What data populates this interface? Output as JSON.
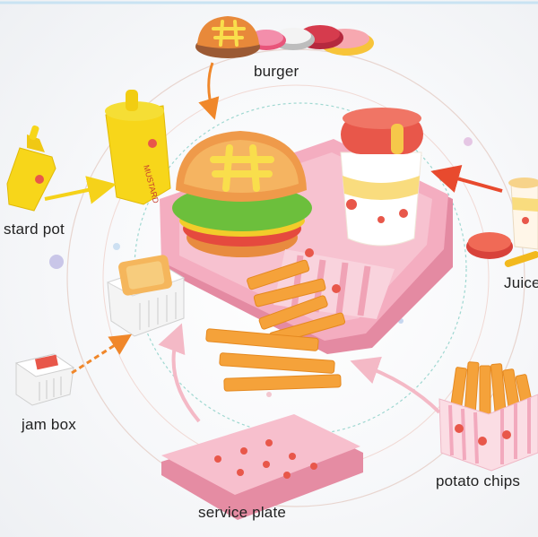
{
  "labels": {
    "burger": "burger",
    "mustard_pot": "stard pot",
    "juice": "Juice",
    "jam_box": "jam box",
    "potato_chips": "potato chips",
    "service_plate": "service plate"
  },
  "product_text": {
    "mustard_bottle": "MUSTARD"
  },
  "colors": {
    "tray_pink": "#f2a9bd",
    "mustard_yellow": "#f7d61a",
    "bun_orange": "#ef9a4a",
    "lettuce_green": "#6cbf3c",
    "fries_orange": "#f5a23a",
    "cup_red": "#e8574a",
    "arrow_orange": "#f0872a",
    "arrow_pink": "#f4b9c6",
    "arrow_red": "#e84a2e"
  }
}
